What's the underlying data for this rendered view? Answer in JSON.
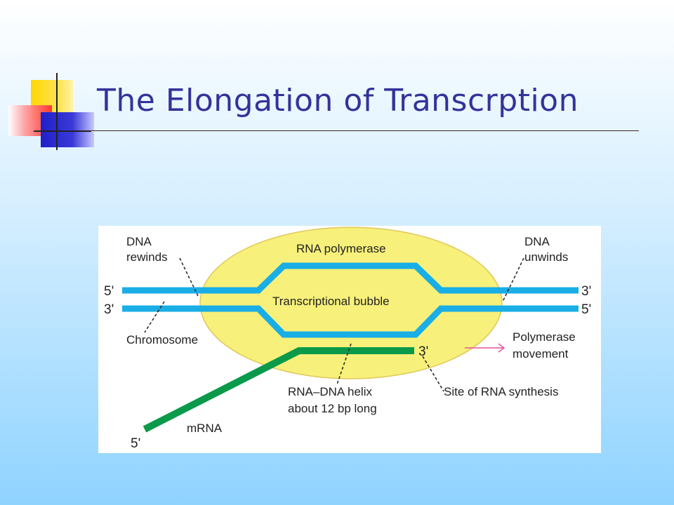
{
  "slide": {
    "title": "The Elongation of Transcrption"
  },
  "diagram": {
    "labels": {
      "dna_rewinds_1": "DNA",
      "dna_rewinds_2": "rewinds",
      "rna_polymerase": "RNA polymerase",
      "dna_unwinds_1": "DNA",
      "dna_unwinds_2": "unwinds",
      "left_top_end": "5'",
      "left_bottom_end": "3'",
      "right_top_end": "3'",
      "right_bottom_end": "5'",
      "bubble": "Transcriptional bubble",
      "chromosome": "Chromosome",
      "polymerase_movement_1": "Polymerase",
      "polymerase_movement_2": "movement",
      "rna_3_end": "3'",
      "helix_1": "RNA–DNA helix",
      "helix_2": "about 12 bp long",
      "synthesis_site": "Site of RNA synthesis",
      "mrna": "mRNA",
      "mrna_5_end": "5'"
    },
    "colors": {
      "dna_strand": "#19aee6",
      "rna_strand": "#0a9a4a",
      "polymerase": "#f7f07a",
      "polymerase_outline": "#e0c85a",
      "arrow": "#e0559a"
    }
  }
}
